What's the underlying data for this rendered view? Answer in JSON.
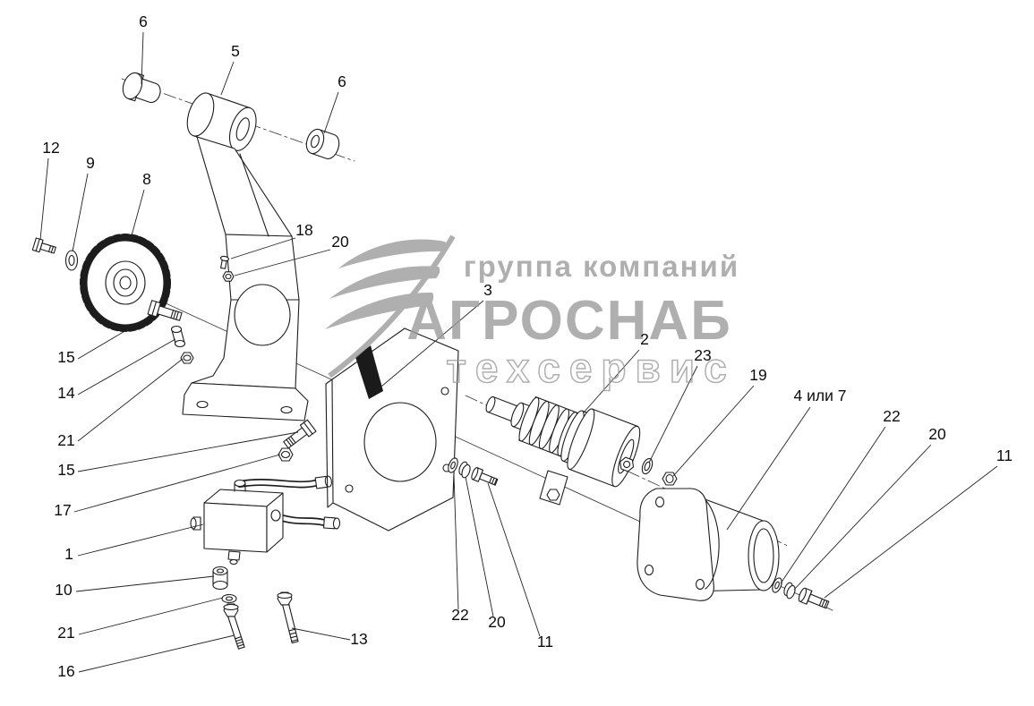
{
  "callouts": [
    {
      "text": "6"
    },
    {
      "text": "5"
    },
    {
      "text": "6"
    },
    {
      "text": "12"
    },
    {
      "text": "9"
    },
    {
      "text": "8"
    },
    {
      "text": "18"
    },
    {
      "text": "20"
    },
    {
      "text": "3"
    },
    {
      "text": "2"
    },
    {
      "text": "23"
    },
    {
      "text": "19"
    },
    {
      "text": "4 или 7"
    },
    {
      "text": "22"
    },
    {
      "text": "20"
    },
    {
      "text": "11"
    },
    {
      "text": "15"
    },
    {
      "text": "14"
    },
    {
      "text": "21"
    },
    {
      "text": "15"
    },
    {
      "text": "17"
    },
    {
      "text": "1"
    },
    {
      "text": "10"
    },
    {
      "text": "21"
    },
    {
      "text": "16"
    },
    {
      "text": "22"
    },
    {
      "text": "20"
    },
    {
      "text": "11"
    },
    {
      "text": "13"
    }
  ],
  "watermark": {
    "line1": "группа компаний",
    "line2": "АГРОСНАБ",
    "line3": "техсервис",
    "color": "#9c9c9c"
  },
  "colors": {
    "background": "#ffffff",
    "line": "#1c1c1c",
    "callout_text": "#0d0d0d"
  }
}
